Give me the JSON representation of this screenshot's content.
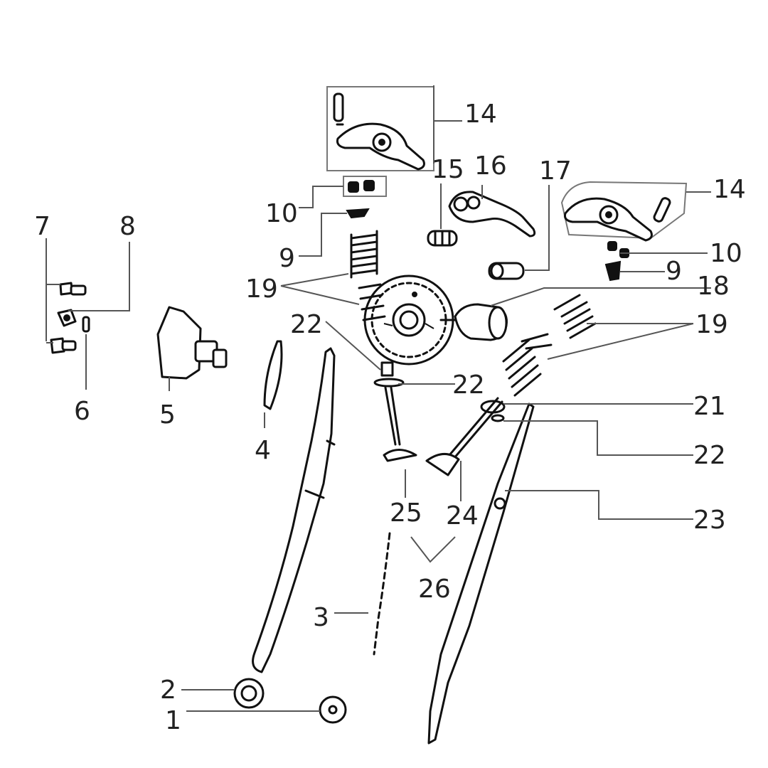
{
  "diagram": {
    "callouts": [
      {
        "id": "1",
        "text": "1"
      },
      {
        "id": "2",
        "text": "2"
      },
      {
        "id": "3",
        "text": "3"
      },
      {
        "id": "4",
        "text": "4"
      },
      {
        "id": "5",
        "text": "5"
      },
      {
        "id": "6",
        "text": "6"
      },
      {
        "id": "7",
        "text": "7"
      },
      {
        "id": "8",
        "text": "8"
      },
      {
        "id": "9a",
        "text": "9"
      },
      {
        "id": "9b",
        "text": "9"
      },
      {
        "id": "10a",
        "text": "10"
      },
      {
        "id": "10b",
        "text": "10"
      },
      {
        "id": "14a",
        "text": "14"
      },
      {
        "id": "14b",
        "text": "14"
      },
      {
        "id": "15",
        "text": "15"
      },
      {
        "id": "16",
        "text": "16"
      },
      {
        "id": "17",
        "text": "17"
      },
      {
        "id": "18",
        "text": "18"
      },
      {
        "id": "19a",
        "text": "19"
      },
      {
        "id": "19b",
        "text": "19"
      },
      {
        "id": "21",
        "text": "21"
      },
      {
        "id": "22a",
        "text": "22"
      },
      {
        "id": "22b",
        "text": "22"
      },
      {
        "id": "22c",
        "text": "22"
      },
      {
        "id": "23",
        "text": "23"
      },
      {
        "id": "24",
        "text": "24"
      },
      {
        "id": "25",
        "text": "25"
      },
      {
        "id": "26",
        "text": "26"
      }
    ]
  }
}
